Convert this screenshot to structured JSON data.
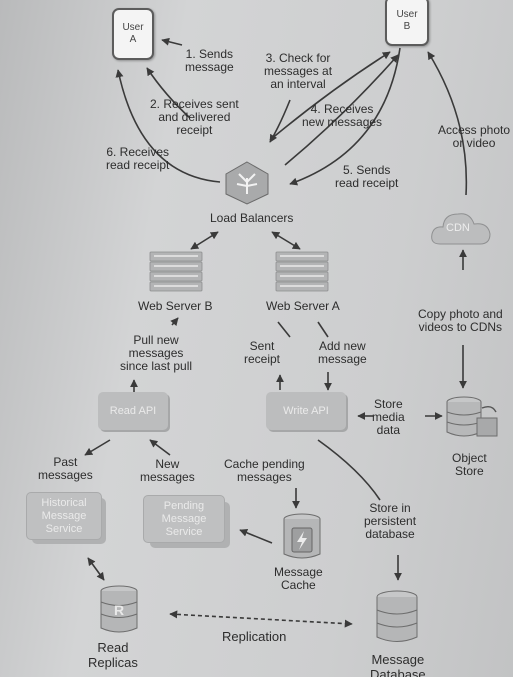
{
  "users": {
    "a": "User\nA",
    "b": "User\nB"
  },
  "steps": {
    "sends_message": "1. Sends\nmessage",
    "receives_sent_delivered": "2. Receives sent\nand delivered\nreceipt",
    "check_messages": "3. Check for\nmessages at\nan interval",
    "receives_new_messages": "4. Receives\nnew messages",
    "sends_read_receipt": "5. Sends\nread receipt",
    "receives_read_receipt": "6. Receives\nread receipt"
  },
  "nodes": {
    "load_balancers": "Load Balancers",
    "web_server_b": "Web Server B",
    "web_server_a": "Web Server A",
    "read_api": "Read API",
    "write_api": "Write API",
    "historical_service": "Historical\nMessage\nService",
    "pending_service": "Pending\nMessage\nService",
    "message_cache": "Message\nCache",
    "read_replicas": "Read\nReplicas",
    "message_database": "Message\nDatabase",
    "object_store": "Object\nStore",
    "cdn": "CDN"
  },
  "edge_labels": {
    "pull_new_messages": "Pull new\nmessages\nsince last pull",
    "sent_receipt": "Sent\nreceipt",
    "add_new_message": "Add new\nmessage",
    "store_media": "Store\nmedia\ndata",
    "copy_to_cdns": "Copy photo and\nvideos to CDNs",
    "access_photo": "Access photo\nor video",
    "past_messages": "Past\nmessages",
    "new_messages": "New\nmessages",
    "cache_pending": "Cache pending\nmessages",
    "store_persistent": "Store in\npersistent\ndatabase",
    "replication": "Replication"
  },
  "colors": {
    "box_fill": "#bcbdbe",
    "ink": "#2d2d2d",
    "arrow": "#3a3a3a"
  }
}
